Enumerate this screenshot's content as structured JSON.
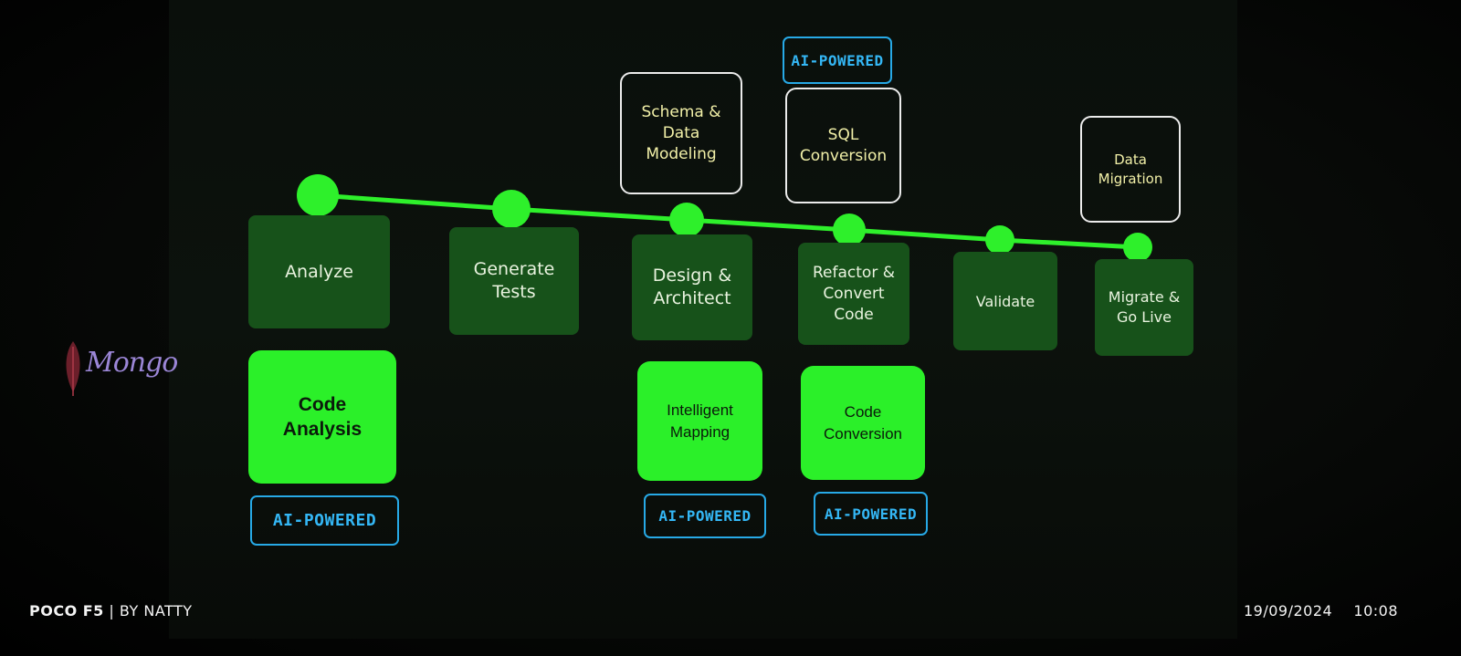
{
  "logo": {
    "text": "Mongo"
  },
  "stages": [
    {
      "label": "Analyze"
    },
    {
      "label": "Generate\nTests"
    },
    {
      "label": "Design &\nArchitect"
    },
    {
      "label": "Refactor &\nConvert\nCode"
    },
    {
      "label": "Validate"
    },
    {
      "label": "Migrate &\nGo Live"
    }
  ],
  "ai_tools": [
    {
      "label": "Code\nAnalysis"
    },
    {
      "label": "Intelligent\nMapping"
    },
    {
      "label": "Code\nConversion"
    }
  ],
  "top_cards": [
    {
      "label": "Schema &\nData\nModeling"
    },
    {
      "label": "SQL\nConversion"
    },
    {
      "label": "Data\nMigration"
    }
  ],
  "badge_text": "AI-POWERED",
  "colors": {
    "timeline": "#2ef02b",
    "stage_fill": "#17521a",
    "ai_fill": "#2bf029",
    "badge": "#27a9e6"
  },
  "watermark": {
    "device": "POCO F5",
    "separator": "|",
    "author": "BY NATTY",
    "date": "19/09/2024",
    "time": "10:08"
  }
}
